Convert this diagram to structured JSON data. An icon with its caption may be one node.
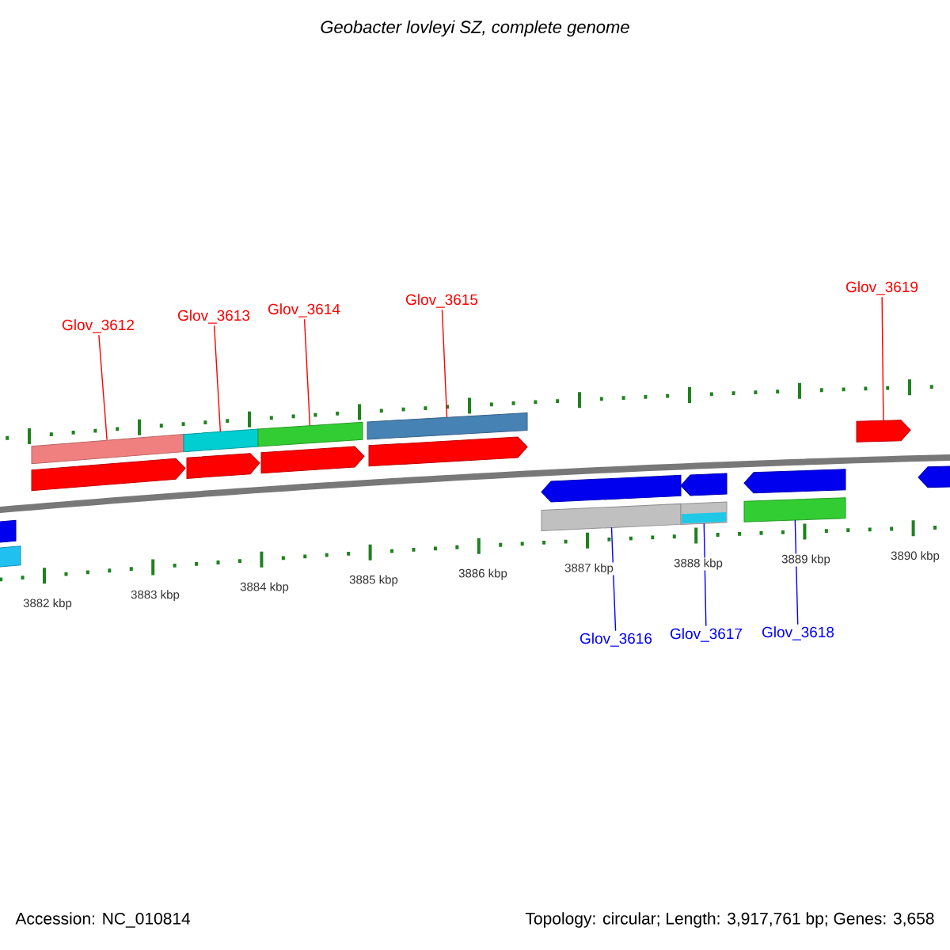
{
  "diagram": {
    "title": "Geobacter lovleyi SZ, complete genome",
    "nodes": [
      {
        "text": [
          "Glov_3612"
        ]
      },
      {
        "text": [
          "Glov_3613"
        ]
      },
      {
        "text": [
          "Glov_3614"
        ]
      },
      {
        "text": [
          "Glov_3615"
        ]
      },
      {
        "text": [
          "Glov_3619"
        ]
      },
      {
        "text": [
          "Glov_3616"
        ]
      },
      {
        "text": [
          "Glov_3617"
        ]
      },
      {
        "text": [
          "Glov_3618"
        ]
      },
      {
        "text": [],
        "shape": "bar"
      },
      {
        "text": [],
        "shape": "bar"
      },
      {
        "text": [],
        "shape": "bar"
      },
      {
        "text": [],
        "shape": "bar"
      },
      {
        "text": [],
        "shape": "arrow"
      },
      {
        "text": [],
        "shape": "arrow"
      },
      {
        "text": [],
        "shape": "arrow"
      },
      {
        "text": [],
        "shape": "arrow"
      },
      {
        "text": [],
        "shape": "arrow"
      },
      {
        "text": [],
        "shape": "arrow"
      },
      {
        "text": [],
        "shape": "arrow"
      },
      {
        "text": [],
        "shape": "arrow"
      },
      {
        "text": [],
        "shape": "arrow"
      },
      {
        "text": [],
        "shape": "arrow"
      },
      {
        "text": [],
        "shape": "bar"
      },
      {
        "text": [],
        "shape": "bar"
      },
      {
        "text": [],
        "shape": "bar"
      },
      {
        "text": [],
        "shape": "bar"
      }
    ],
    "edges": [
      {
        "from": 0,
        "to": 8,
        "arrow": "none"
      },
      {
        "from": 1,
        "to": 9,
        "arrow": "none"
      },
      {
        "from": 2,
        "to": 10,
        "arrow": "none"
      },
      {
        "from": 3,
        "to": 11,
        "arrow": "none"
      },
      {
        "from": 4,
        "to": 16,
        "arrow": "none"
      },
      {
        "from": 5,
        "to": 23,
        "arrow": "none",
        "color": "#0000ff"
      },
      {
        "from": 6,
        "to": 24,
        "arrow": "none",
        "color": "#0000ff"
      },
      {
        "from": 7,
        "to": 25,
        "arrow": "none",
        "color": "#0000ff"
      }
    ],
    "labels": [
      "3882 kbp",
      "3883 kbp",
      "3884 kbp",
      "3885 kbp",
      "3886 kbp",
      "3887 kbp",
      "3888 kbp",
      "3889 kbp",
      "3890 kbp",
      "Accession: NC_010814",
      "Topology: circular; Length: 3,917,761 bp; Genes: 3,658"
    ]
  }
}
